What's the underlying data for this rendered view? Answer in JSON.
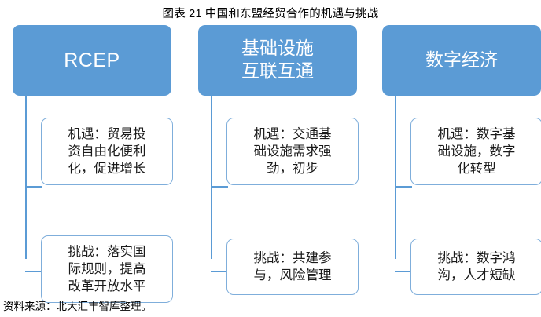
{
  "figure": {
    "title": "图表  21  中国和东盟经贸合作的机遇与挑战",
    "source_note": "资料来源：北大汇丰智库整理。"
  },
  "theme": {
    "header_fill": "#5B9BD5",
    "header_text": "#FFFFFF",
    "box_border": "#7FAEDB",
    "box_fill": "#FFFFFF",
    "connector": "#5B9BD5",
    "body_text": "#1A1A1A",
    "background": "#FFFFFF"
  },
  "columns": [
    {
      "id": "rcep",
      "header": "RCEP",
      "header_script": "latin",
      "items": [
        {
          "kind": "opportunity",
          "text": "机遇：贸易投\n资自由化便利\n化，促进增长"
        },
        {
          "kind": "challenge",
          "text": "挑战：落实国\n际规则，提高\n改革开放水平"
        }
      ]
    },
    {
      "id": "infrastructure-connectivity",
      "header": "基础设施\n互联互通",
      "header_script": "han",
      "items": [
        {
          "kind": "opportunity",
          "text": "机遇：交通基\n础设施需求强\n劲，初步"
        },
        {
          "kind": "challenge",
          "text": "挑战：共建参\n与，风险管理"
        }
      ]
    },
    {
      "id": "digital-economy",
      "header": "数字经济",
      "header_script": "han",
      "items": [
        {
          "kind": "opportunity",
          "text": "机遇：数字基\n础设施，数字\n化转型"
        },
        {
          "kind": "challenge",
          "text": "挑战：数字鸿\n沟，人才短缺"
        }
      ]
    }
  ]
}
